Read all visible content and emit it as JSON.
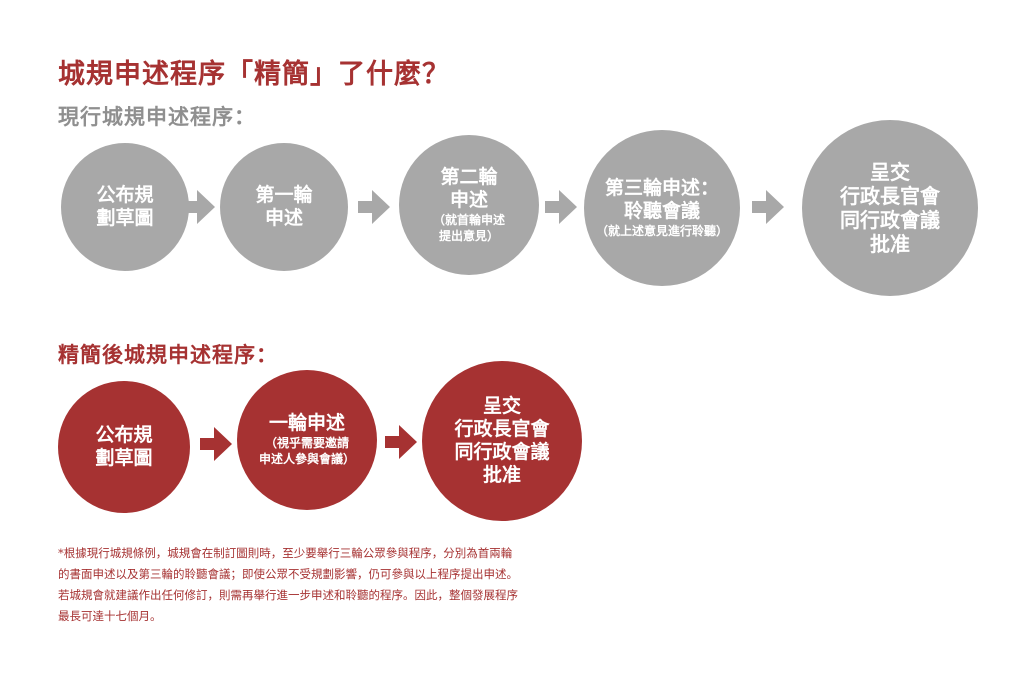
{
  "title": "城規申述程序「精簡」了什麼？",
  "current": {
    "heading": "現行城規申述程序：",
    "steps": [
      {
        "main": "公布規\n劃草圖",
        "note": ""
      },
      {
        "main": "第一輪\n申述",
        "note": ""
      },
      {
        "main": "第二輪\n申述",
        "note": "（就首輪申述\n提出意見）"
      },
      {
        "main": "第三輪申述：\n聆聽會議",
        "note": "（就上述意見進行聆聽）"
      },
      {
        "main": "呈交\n行政長官會\n同行政會議\n批准",
        "note": ""
      }
    ]
  },
  "simplified": {
    "heading": "精簡後城規申述程序：",
    "steps": [
      {
        "main": "公布規\n劃草圖",
        "note": ""
      },
      {
        "main": "一輪申述",
        "note": "（視乎需要邀請\n申述人參與會議）"
      },
      {
        "main": "呈交\n行政長官會\n同行政會議\n批准",
        "note": ""
      }
    ]
  },
  "footnote": "*根據現行城規條例，城規會在制訂圖則時，至少要舉行三輪公眾參與程序，分別為首兩輪的書面申述以及第三輪的聆聽會議；即使公眾不受規劃影響，仍可參與以上程序提出申述。若城規會就建議作出任何修訂，則需再舉行進一步申述和聆聽的程序。因此，整個發展程序最長可達十七個月。",
  "colors": {
    "accent": "#a63232",
    "gray": "#a8a8a8"
  }
}
